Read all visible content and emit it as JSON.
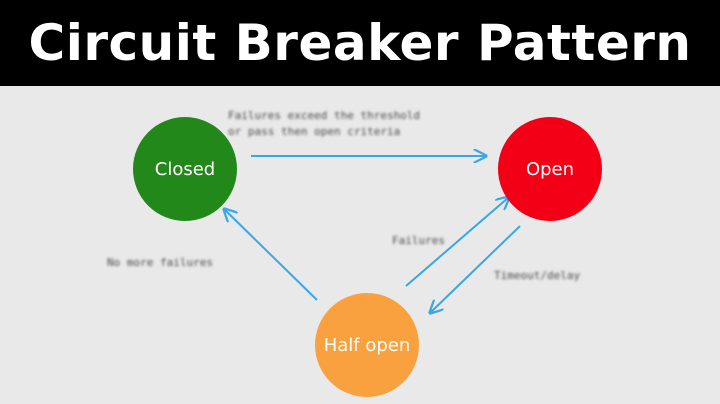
{
  "title": "Circuit Breaker Pattern",
  "colors": {
    "closed": "#22881a",
    "open": "#f40016",
    "half_open": "#f8a13e",
    "arrow": "#39a7e6",
    "title_bar": "#000000",
    "background": "#e9e9e9"
  },
  "states": {
    "closed": "Closed",
    "open": "Open",
    "half_open": "Half open"
  },
  "transitions": {
    "closed_to_open_line1": "Failures exceed the threshold",
    "closed_to_open_line2": "or pass then open criteria",
    "half_open_to_open": "Failures",
    "open_to_half_open": "Timeout/delay",
    "half_open_to_closed": "No more failures"
  }
}
